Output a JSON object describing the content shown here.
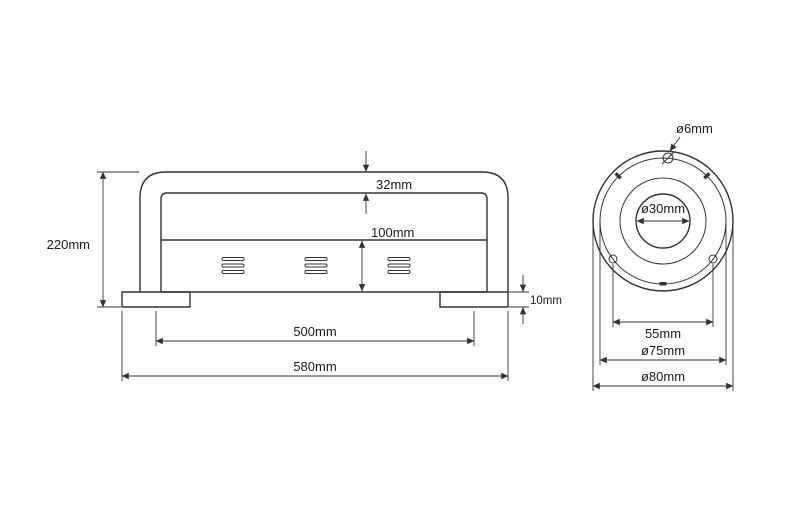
{
  "style": {
    "line_color": "#333333",
    "text_color": "#1a1a1a",
    "background": "#ffffff"
  },
  "front_view": {
    "dims": {
      "overall_height": "220mm",
      "tube_diameter": "32mm",
      "body_height": "100mm",
      "base_thickness": "10mm",
      "mount_spacing": "500mm",
      "overall_width": "580mm"
    }
  },
  "flange_view": {
    "dims": {
      "screw_hole_diameter": "ø6mm",
      "center_hole_diameter": "ø30mm",
      "hole_spacing": "55mm",
      "inner_diameter": "ø75mm",
      "outer_diameter": "ø80mm"
    }
  }
}
